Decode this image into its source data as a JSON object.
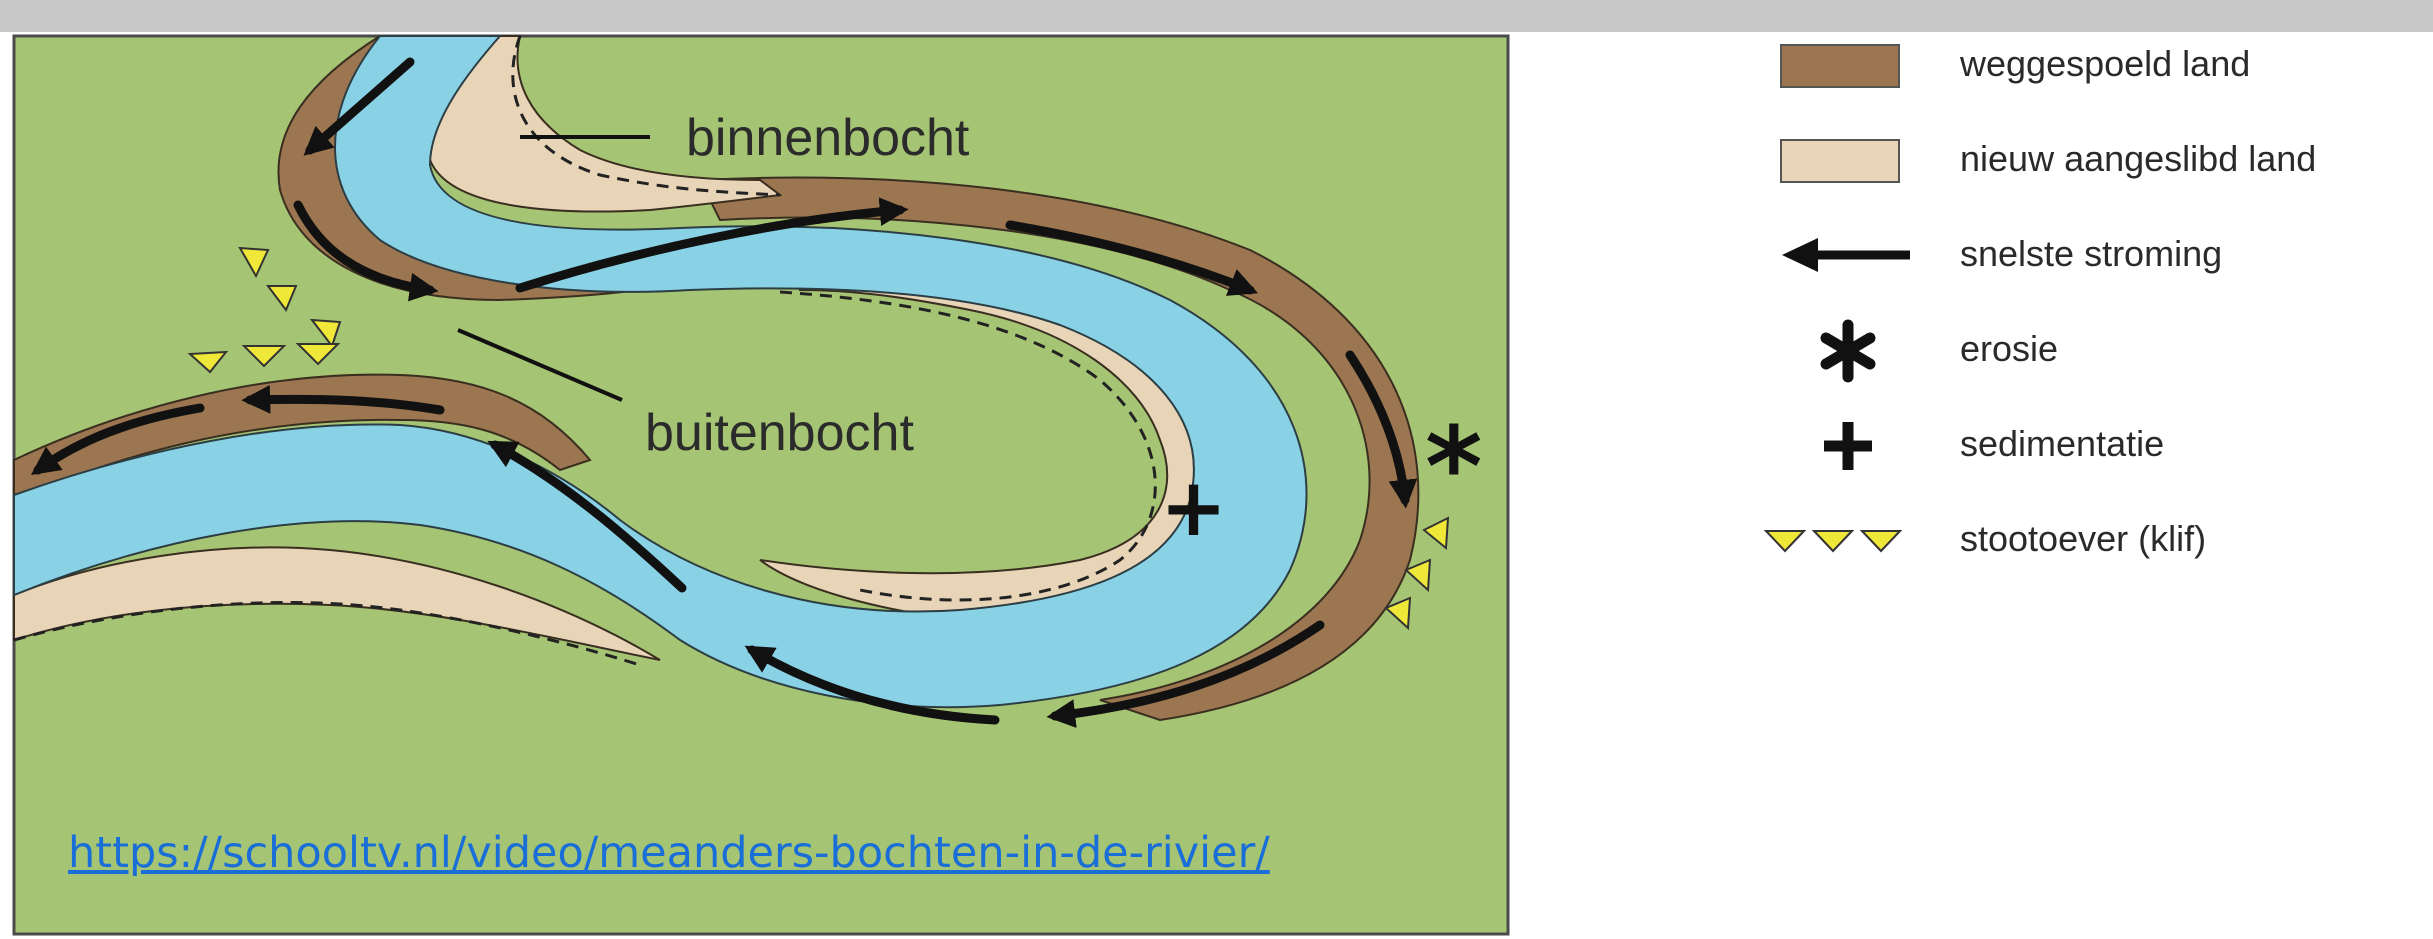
{
  "diagram": {
    "labels": {
      "inner_bend": "binnenbocht",
      "outer_bend": "buitenbocht"
    },
    "symbols": {
      "erosion": "*",
      "sedimentation": "+"
    },
    "source_url": "https://schooltv.nl/video/meanders-bochten-in-de-rivier/"
  },
  "legend": {
    "items": [
      {
        "label": "weggespoeld land",
        "symbol": "swatch",
        "color": "#9b7650"
      },
      {
        "label": "nieuw aangeslibd land",
        "symbol": "swatch",
        "color": "#e8d5b8"
      },
      {
        "label": "snelste stroming",
        "symbol": "arrow-left-icon",
        "color": "#111111"
      },
      {
        "label": "erosie",
        "symbol": "asterisk-icon",
        "color": "#111111"
      },
      {
        "label": "sedimentatie",
        "symbol": "plus-icon",
        "color": "#111111"
      },
      {
        "label": "stootoever (klif)",
        "symbol": "cliff-triangles-icon",
        "color": "#f0e838"
      }
    ]
  },
  "colors": {
    "land": "#a6c574",
    "water": "#89d2e6",
    "eroded": "#9b7650",
    "deposited": "#e8d5b8",
    "topbar": "#c8c8c8",
    "link": "#1a6ed8"
  }
}
